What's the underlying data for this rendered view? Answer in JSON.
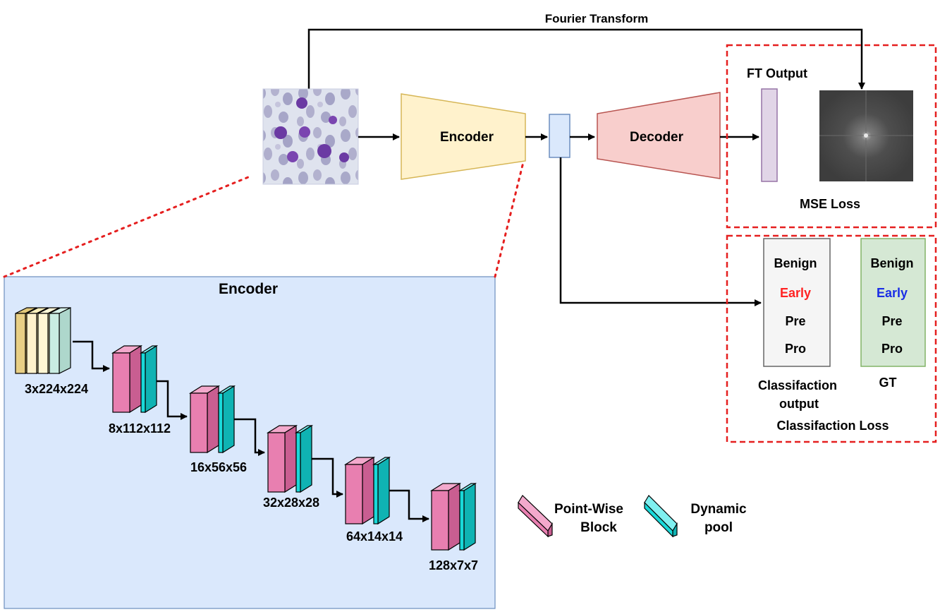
{
  "top": {
    "fourier_label": "Fourier Transform",
    "encoder_label": "Encoder",
    "decoder_label": "Decoder",
    "ft_output_label": "FT Output",
    "mse_loss_label": "MSE Loss",
    "input_image_icon": "blood-smear-microscopy-image",
    "spectrum_image_icon": "fourier-spectrum-image"
  },
  "classification": {
    "output_box": {
      "items": [
        {
          "label": "Benign",
          "color": "#000000"
        },
        {
          "label": "Early",
          "color": "#ff2222"
        },
        {
          "label": "Pre",
          "color": "#000000"
        },
        {
          "label": "Pro",
          "color": "#000000"
        }
      ],
      "caption_line1": "Classifaction",
      "caption_line2": "output"
    },
    "gt_box": {
      "items": [
        {
          "label": "Benign",
          "color": "#000000"
        },
        {
          "label": "Early",
          "color": "#1a2ee6"
        },
        {
          "label": "Pre",
          "color": "#000000"
        },
        {
          "label": "Pro",
          "color": "#000000"
        }
      ],
      "caption": "GT"
    },
    "loss_label": "Classifaction Loss"
  },
  "encoder_detail": {
    "title": "Encoder",
    "stages": [
      "3x224x224",
      "8x112x112",
      "16x56x56",
      "32x28x28",
      "64x14x14",
      "128x7x7"
    ]
  },
  "legend": {
    "pointwise_line1": "Point-Wise",
    "pointwise_line2": "Block",
    "dynamic_line1": "Dynamic",
    "dynamic_line2": "pool"
  },
  "colors": {
    "encoder_fill": "#fff2cc",
    "encoder_stroke": "#d6b656",
    "decoder_fill": "#f8cecc",
    "decoder_stroke": "#b85450",
    "latent_fill": "#dae8fc",
    "latent_stroke": "#6c8ebf",
    "ft_bar_fill": "#e1d5e7",
    "ft_bar_stroke": "#9673a6",
    "panel_fill": "#dae8fc",
    "panel_stroke": "#6c8ebf",
    "loss_border": "#e51f1f",
    "pointwise_block": "#e87fb0",
    "dynamic_pool": "#19d9d9",
    "gt_fill": "#d5e8d4",
    "gt_stroke": "#82b366",
    "output_fill": "#f5f5f5",
    "output_stroke": "#666666"
  }
}
